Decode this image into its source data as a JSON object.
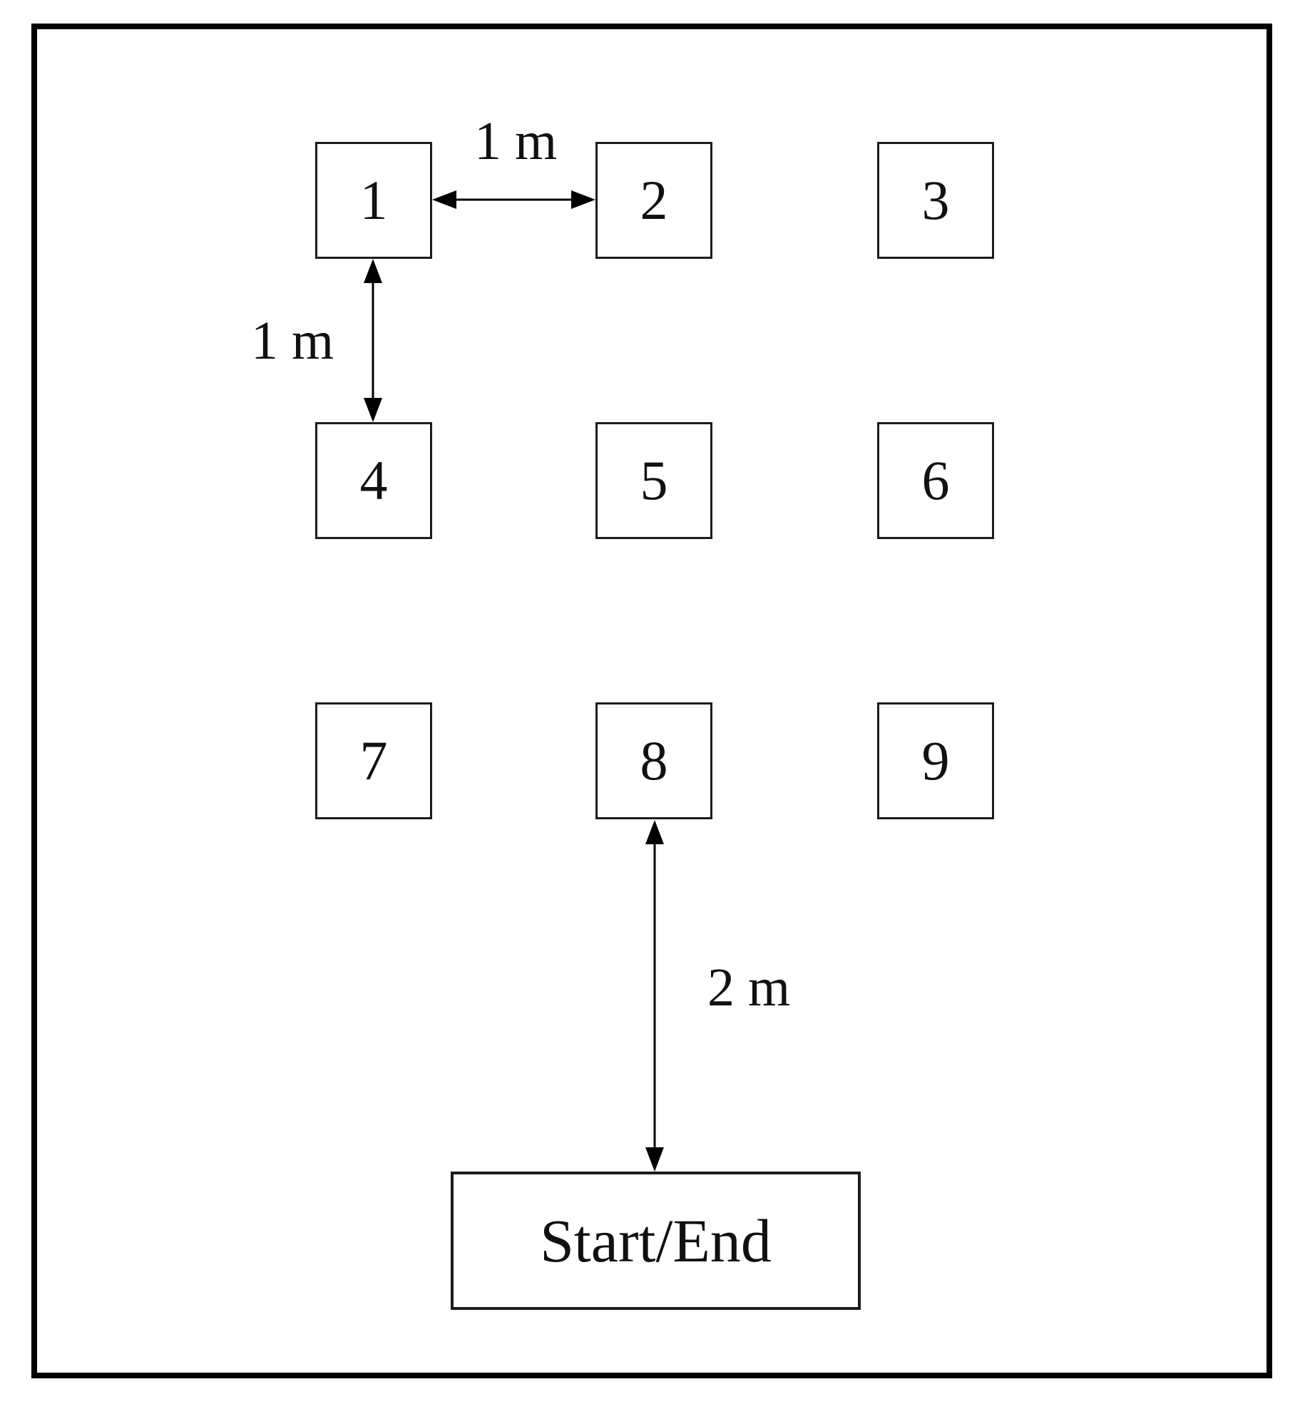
{
  "figure": {
    "background_color": "#ffffff",
    "line_color": "#000000"
  },
  "grid_boxes": [
    "1",
    "2",
    "3",
    "4",
    "5",
    "6",
    "7",
    "8",
    "9"
  ],
  "start_end": {
    "label": "Start/End"
  },
  "distance_labels": {
    "box1_box2": "1 m",
    "box1_box4": "1 m",
    "box8_startend": "2 m"
  }
}
